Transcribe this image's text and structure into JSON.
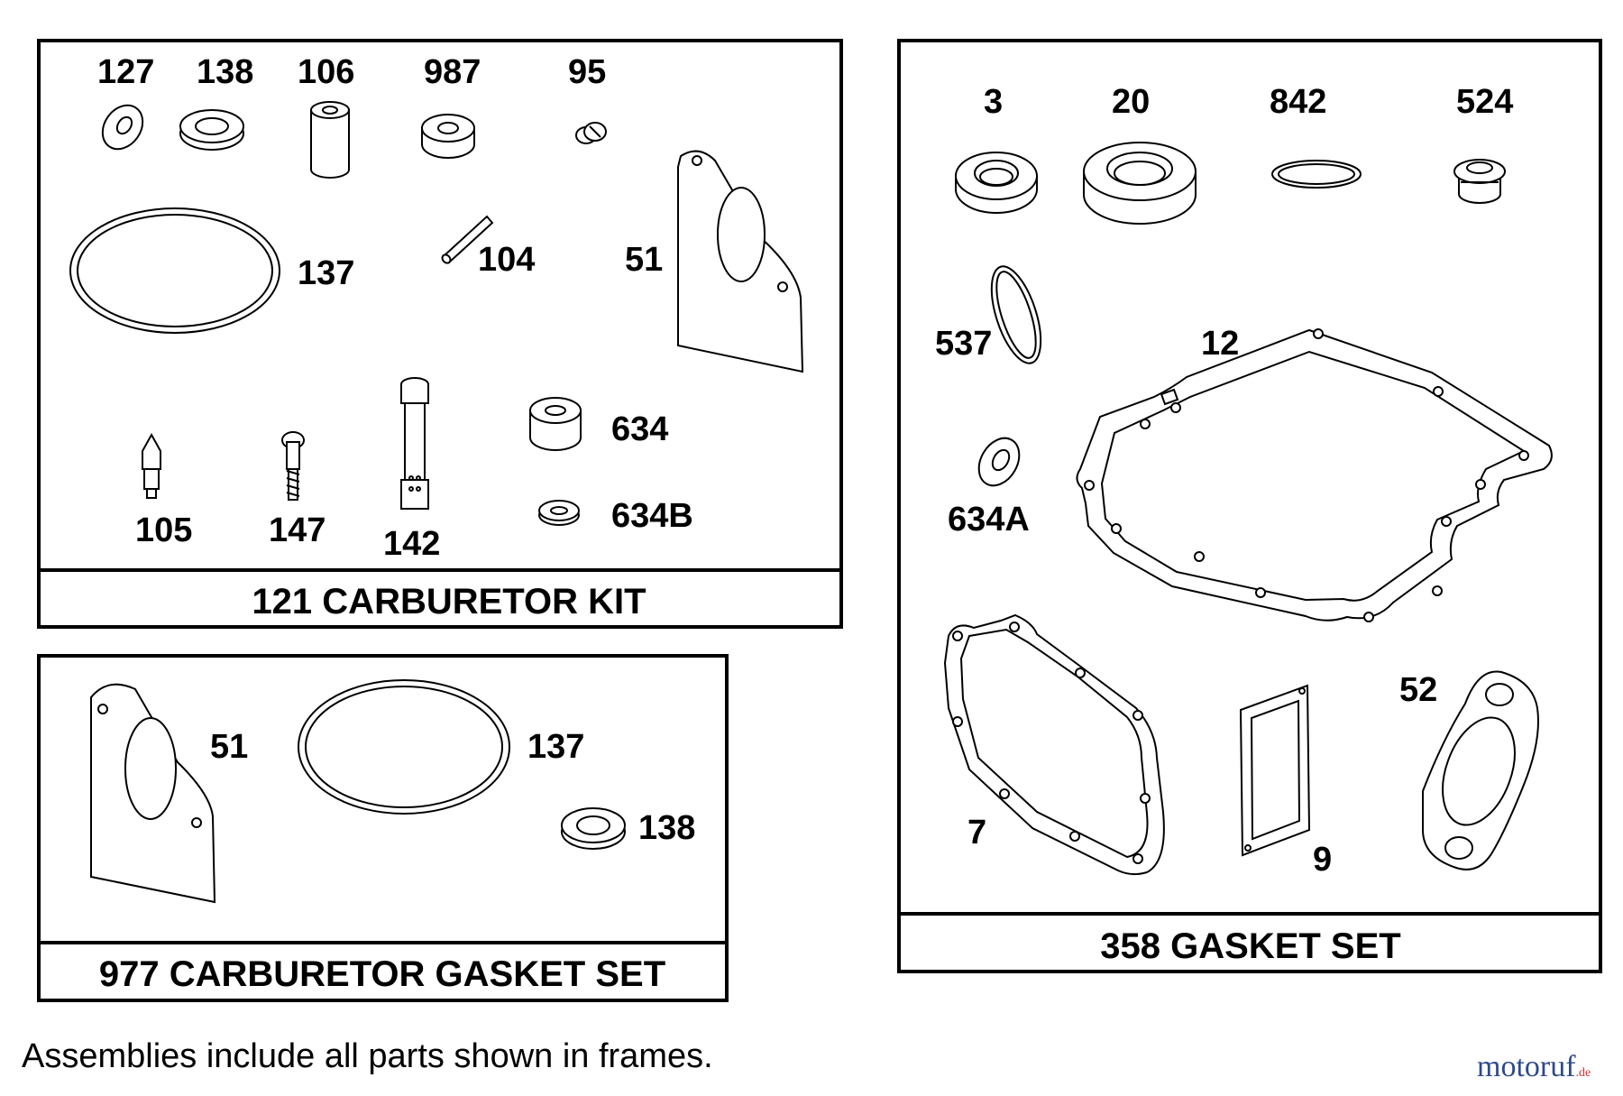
{
  "kits": [
    {
      "title": "121 CARBURETOR KIT",
      "parts": [
        "127",
        "138",
        "106",
        "987",
        "95",
        "137",
        "104",
        "51",
        "105",
        "147",
        "142",
        "634",
        "634B"
      ]
    },
    {
      "title": "977 CARBURETOR GASKET SET",
      "parts": [
        "51",
        "137",
        "138"
      ]
    },
    {
      "title": "358 GASKET SET",
      "parts": [
        "3",
        "20",
        "842",
        "524",
        "537",
        "12",
        "634A",
        "7",
        "9",
        "52"
      ]
    }
  ],
  "footnote": "Assemblies include all parts shown in frames.",
  "watermark": {
    "text": "motoruf",
    "suffix": ".de",
    "colors": [
      "#2e4a8c",
      "#d03030"
    ]
  }
}
